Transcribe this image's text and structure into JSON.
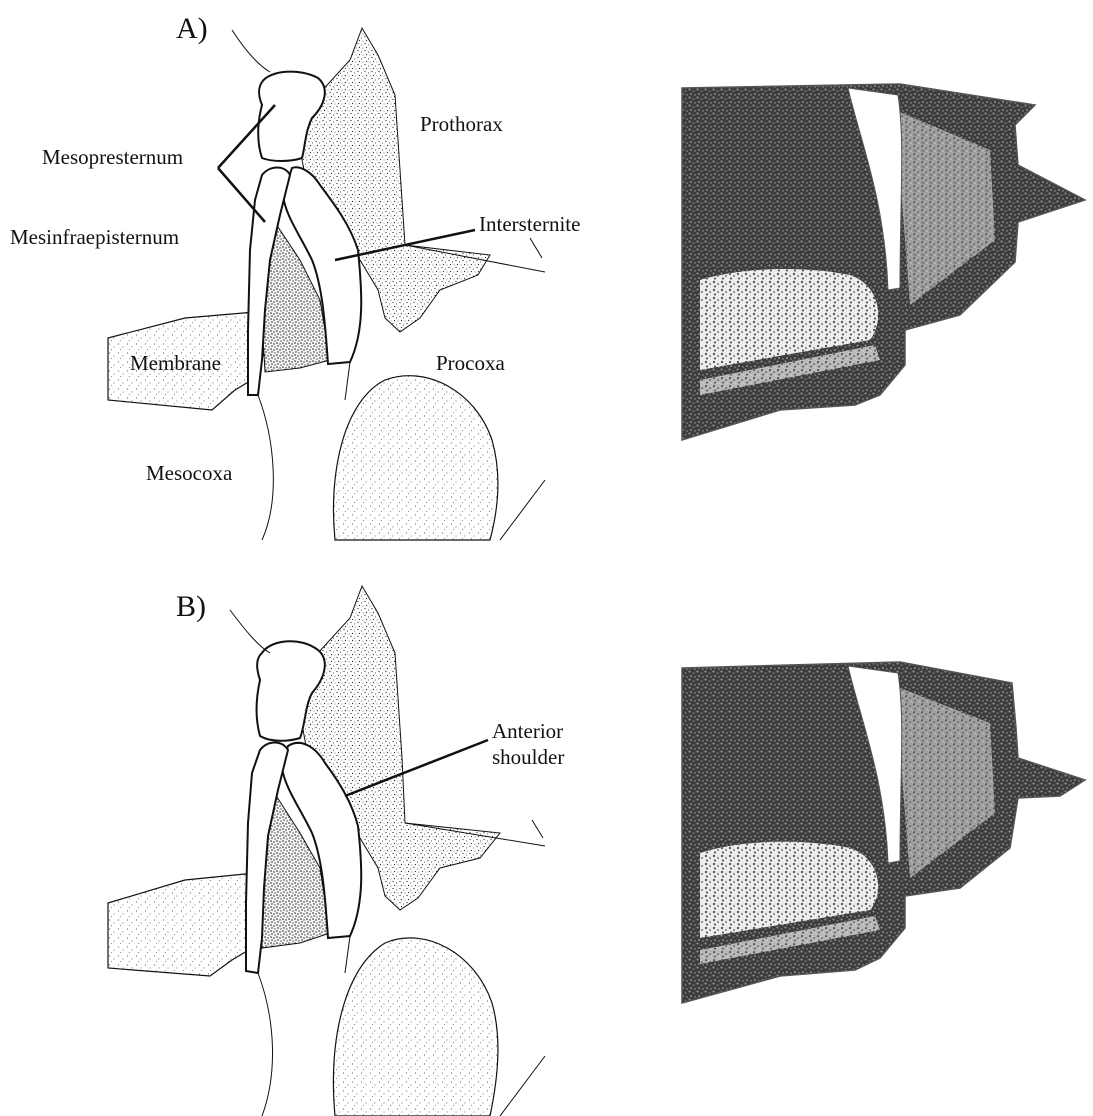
{
  "figure": {
    "panel_a": {
      "letter": "A)",
      "labels": {
        "mesopresternum": "Mesopresternum",
        "prothorax": "Prothorax",
        "mesinfraepisternum": "Mesinfraepisternum",
        "intersternite": "Intersternite",
        "membrane": "Membrane",
        "procoxa": "Procoxa",
        "mesocoxa": "Mesocoxa"
      }
    },
    "panel_b": {
      "letter": "B)",
      "labels": {
        "anterior": "Anterior",
        "shoulder": "shoulder"
      }
    }
  },
  "colors": {
    "stipple": "#1a1a1a",
    "outline": "#111111",
    "photo_dark": "#3a3a3a",
    "photo_light": "#e6e6e6",
    "background": "#ffffff"
  }
}
